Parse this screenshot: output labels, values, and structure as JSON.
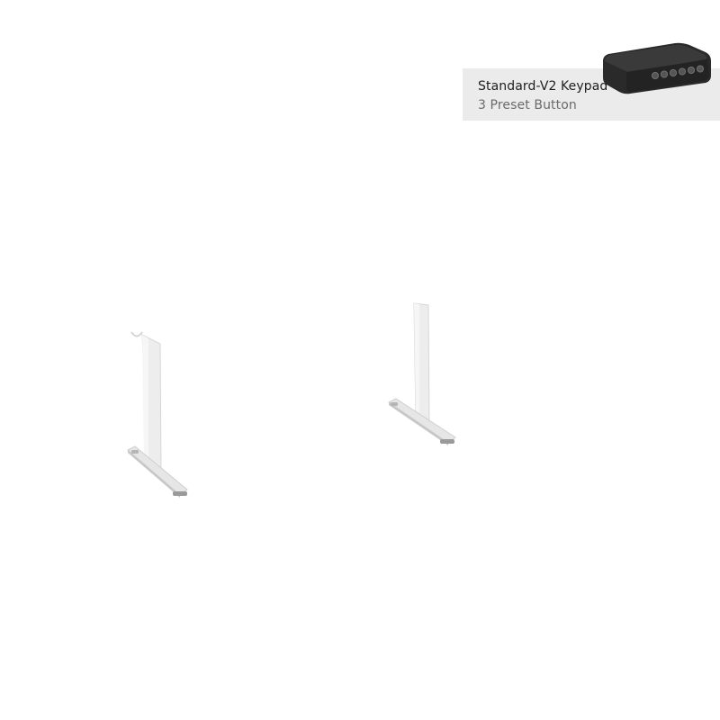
{
  "product_panel": {
    "title": "Standard-V2 Keypad",
    "subtitle": "3 Preset Button"
  },
  "colors": {
    "panel_background": "#ebebeb",
    "frame": "#e8e8e8",
    "frame_shadow": "#c9c9c9",
    "keypad_body": "#2a2a2a"
  },
  "keypad": {
    "button_count": 6
  }
}
